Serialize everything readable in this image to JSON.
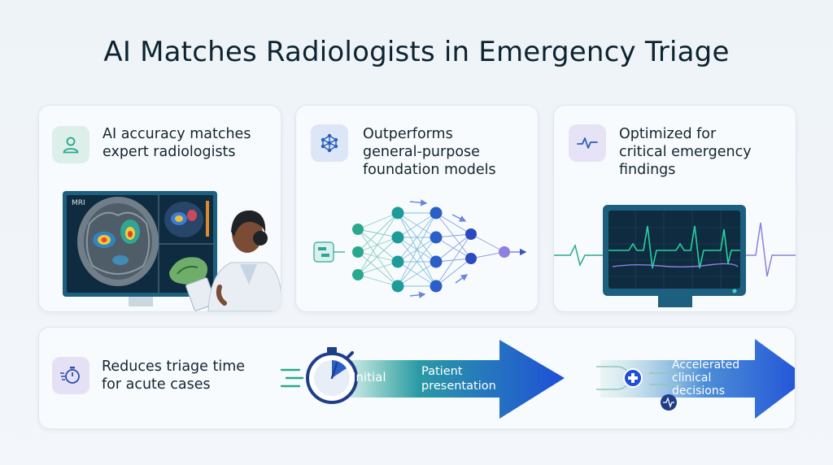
{
  "title": "AI Matches Radiologists in Emergency Triage",
  "cards": [
    {
      "text": "AI accuracy matches\nexpert radiologists",
      "icon": "user-icon",
      "scan_label": "MRI"
    },
    {
      "text": "Outperforms\ngeneral-purpose\nfoundation models",
      "icon": "network-icon"
    },
    {
      "text": "Optimized for\ncritical emergency\nfindings",
      "icon": "pulse-icon"
    }
  ],
  "bottom": {
    "text": "Reduces triage time\nfor acute cases",
    "icon": "stopwatch-fast-icon",
    "flow": {
      "initial": "Initial",
      "patient": "Patient\npresentation",
      "accelerated": "Accelerated\nclinical\ndecisions"
    }
  },
  "colors": {
    "accent_teal": "#2aa88e",
    "accent_blue": "#1f4fd8",
    "accent_purple": "#7b6ad6",
    "screen_dark": "#0f2b3f"
  }
}
